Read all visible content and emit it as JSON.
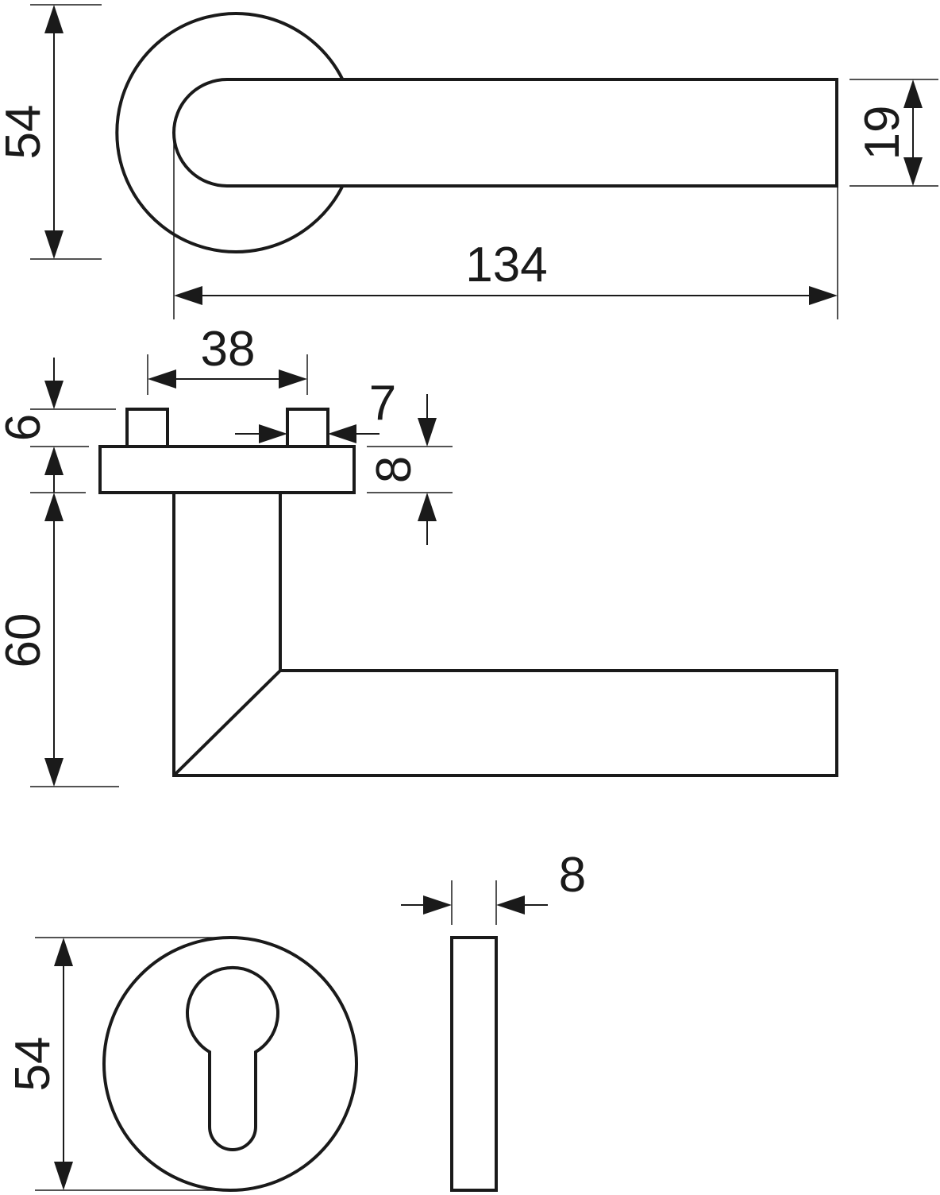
{
  "dimensions": {
    "top_rose_diameter": "54",
    "lever_height": "19",
    "lever_length": "134",
    "pin_spacing": "38",
    "pin_width": "7",
    "pin_height": "6",
    "rose_thickness": "8",
    "lever_projection": "60",
    "escutcheon_thickness": "8",
    "escutcheon_diameter": "54"
  }
}
